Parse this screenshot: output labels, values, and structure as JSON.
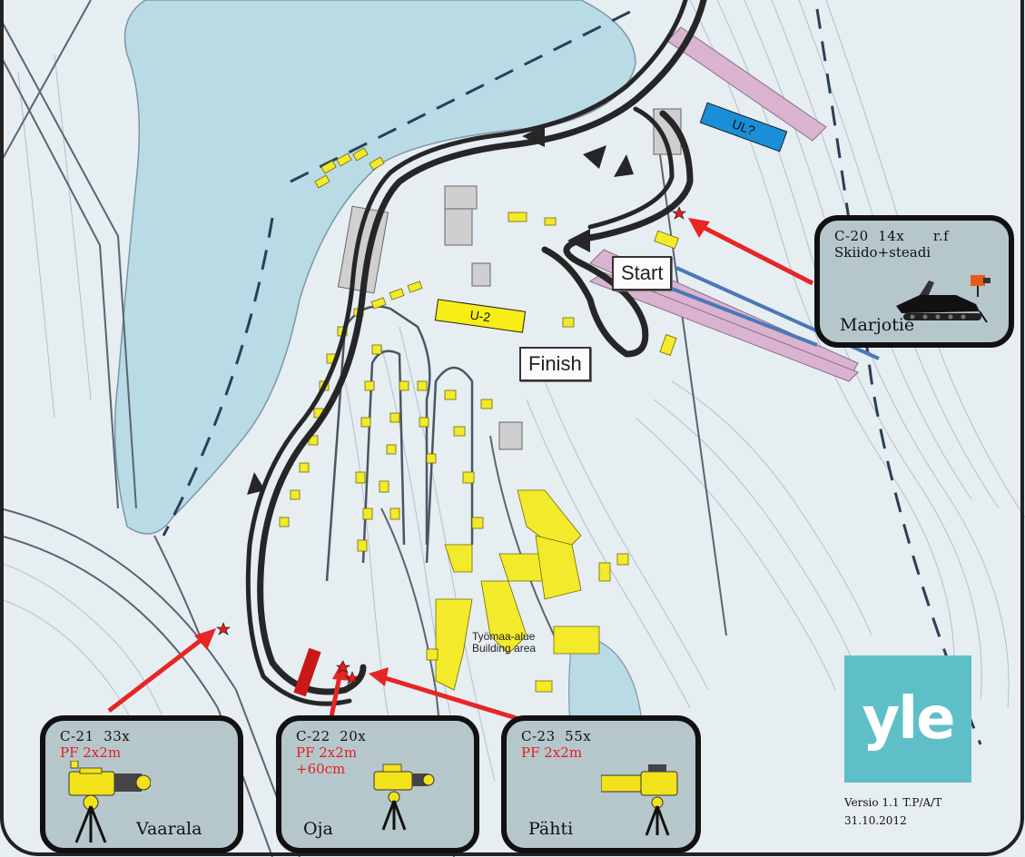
{
  "map_labels": {
    "start": "Start",
    "finish": "Finish",
    "ul": "UL?",
    "u2": "U-2",
    "building_fi": "Työmaa-alue",
    "building_en": "Building area"
  },
  "cameras": [
    {
      "id": "C-20",
      "line1": "C-20  14x      r.f",
      "line2": "Skiido+steadi",
      "line3": "",
      "location": "Marjotie",
      "icon": "snowmobile-camera-icon"
    },
    {
      "id": "C-21",
      "line1": "C-21  33x",
      "line2": "PF 2x2m",
      "line3": "",
      "location": "Vaarala",
      "icon": "camera-on-tripod-icon"
    },
    {
      "id": "C-22",
      "line1": "C-22  20x",
      "line2": "PF 2x2m",
      "line3": "+60cm",
      "location": "Oja",
      "icon": "camera-on-tripod-icon"
    },
    {
      "id": "C-23",
      "line1": "C-23  55x",
      "line2": "PF 2x2m",
      "line3": "",
      "location": "Pähti",
      "icon": "camera-on-tripod-icon"
    }
  ],
  "brand": {
    "logo_text": "yle",
    "color": "#5ebfc8"
  },
  "footer": {
    "version": "Versio 1.1 T.P/A/T",
    "date": "31.10.2012"
  },
  "colors": {
    "lake": "#b9dbe6",
    "land": "#e6eef2",
    "track": "#262626",
    "building": "#f2ea2a",
    "arrow": "#e82525",
    "lift_pink": "#d9b3cf",
    "lift_blue": "#4a78b8"
  }
}
